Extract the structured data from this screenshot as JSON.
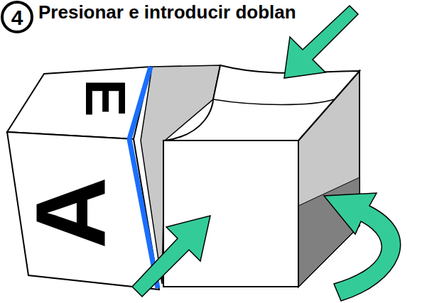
{
  "diagram": {
    "title": "Presionar e introducir doblan",
    "labels": [
      "4",
      "E",
      "A"
    ]
  }
}
